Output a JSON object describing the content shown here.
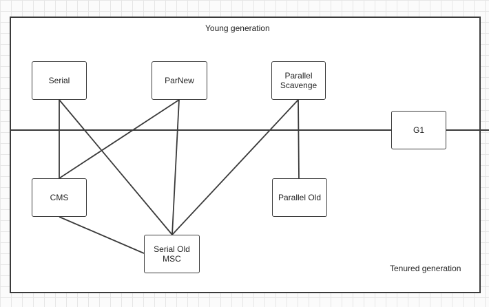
{
  "regions": {
    "young": "Young generation",
    "tenured": "Tenured generation"
  },
  "nodes": {
    "serial": "Serial",
    "parnew": "ParNew",
    "parallel_scavenge": "Parallel\nScavenge",
    "g1": "G1",
    "cms": "CMS",
    "parallel_old": "Parallel Old",
    "serial_old": "Serial Old\nMSC"
  },
  "edges": [
    [
      "serial",
      "cms"
    ],
    [
      "serial",
      "serial_old"
    ],
    [
      "parnew",
      "cms"
    ],
    [
      "parnew",
      "serial_old"
    ],
    [
      "parallel_scavenge",
      "serial_old"
    ],
    [
      "parallel_scavenge",
      "parallel_old"
    ],
    [
      "cms",
      "serial_old"
    ]
  ],
  "colors": {
    "line": "#3a3a3a",
    "box_fill": "#ffffff"
  }
}
